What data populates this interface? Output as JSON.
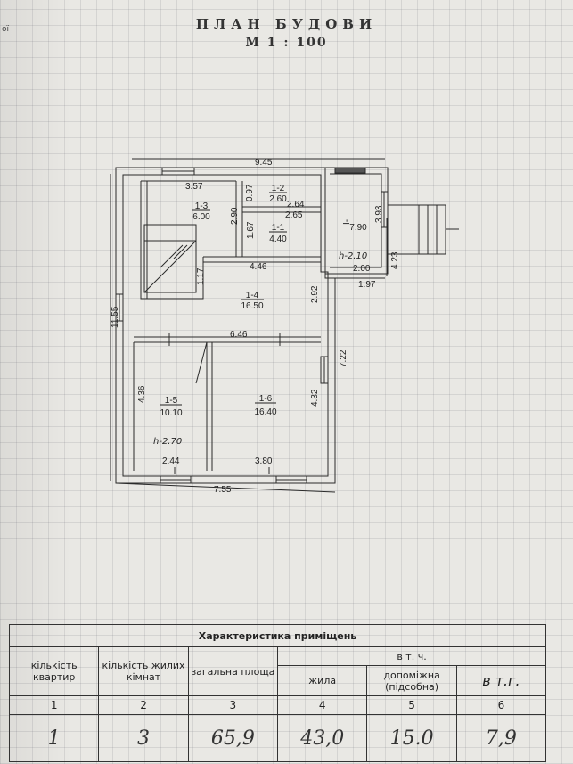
{
  "header": {
    "title": "ПЛАН БУДОВИ",
    "scale": "М 1 : 100"
  },
  "margin_note": "ої",
  "plan": {
    "dims": {
      "top": "9.45",
      "bottom": "7.55",
      "left": "11.55",
      "d1": "3.57",
      "d2": "0.97",
      "d3": "2.90",
      "d4": "1.67",
      "d5": "2.64",
      "d6": "2.65",
      "d7": "3.93",
      "d8": "4.23",
      "d9": "2.00",
      "d10": "1.97",
      "d11": "4.46",
      "d12": "1.17",
      "d13": "2.92",
      "d14": "6.46",
      "d15": "4.36",
      "d16": "4.32",
      "d17": "7.22",
      "d18": "2.44",
      "d19": "3.80"
    },
    "rooms": [
      {
        "id": "1-3",
        "area": "6.00"
      },
      {
        "id": "1-2",
        "area": "2.60"
      },
      {
        "id": "1-1",
        "area": "4.40"
      },
      {
        "id": "I-I",
        "area": "7.90"
      },
      {
        "id": "1-4",
        "area": "16.50"
      },
      {
        "id": "1-5",
        "area": "10.10"
      },
      {
        "id": "1-6",
        "area": "16.40"
      }
    ],
    "heights": {
      "annex": "h-2.10",
      "main": "h-2.70"
    }
  },
  "table": {
    "caption": "Характеристика приміщень",
    "subheader": "в т. ч.",
    "headers": [
      "кількість квартир",
      "кількість жилих кімнат",
      "загальна площа",
      "жила",
      "допоміжна (підсобна)",
      "в т.г."
    ],
    "numbers": [
      "1",
      "2",
      "3",
      "4",
      "5",
      "6"
    ],
    "values": [
      "1",
      "3",
      "65,9",
      "43,0",
      "15.0",
      "7,9"
    ]
  }
}
